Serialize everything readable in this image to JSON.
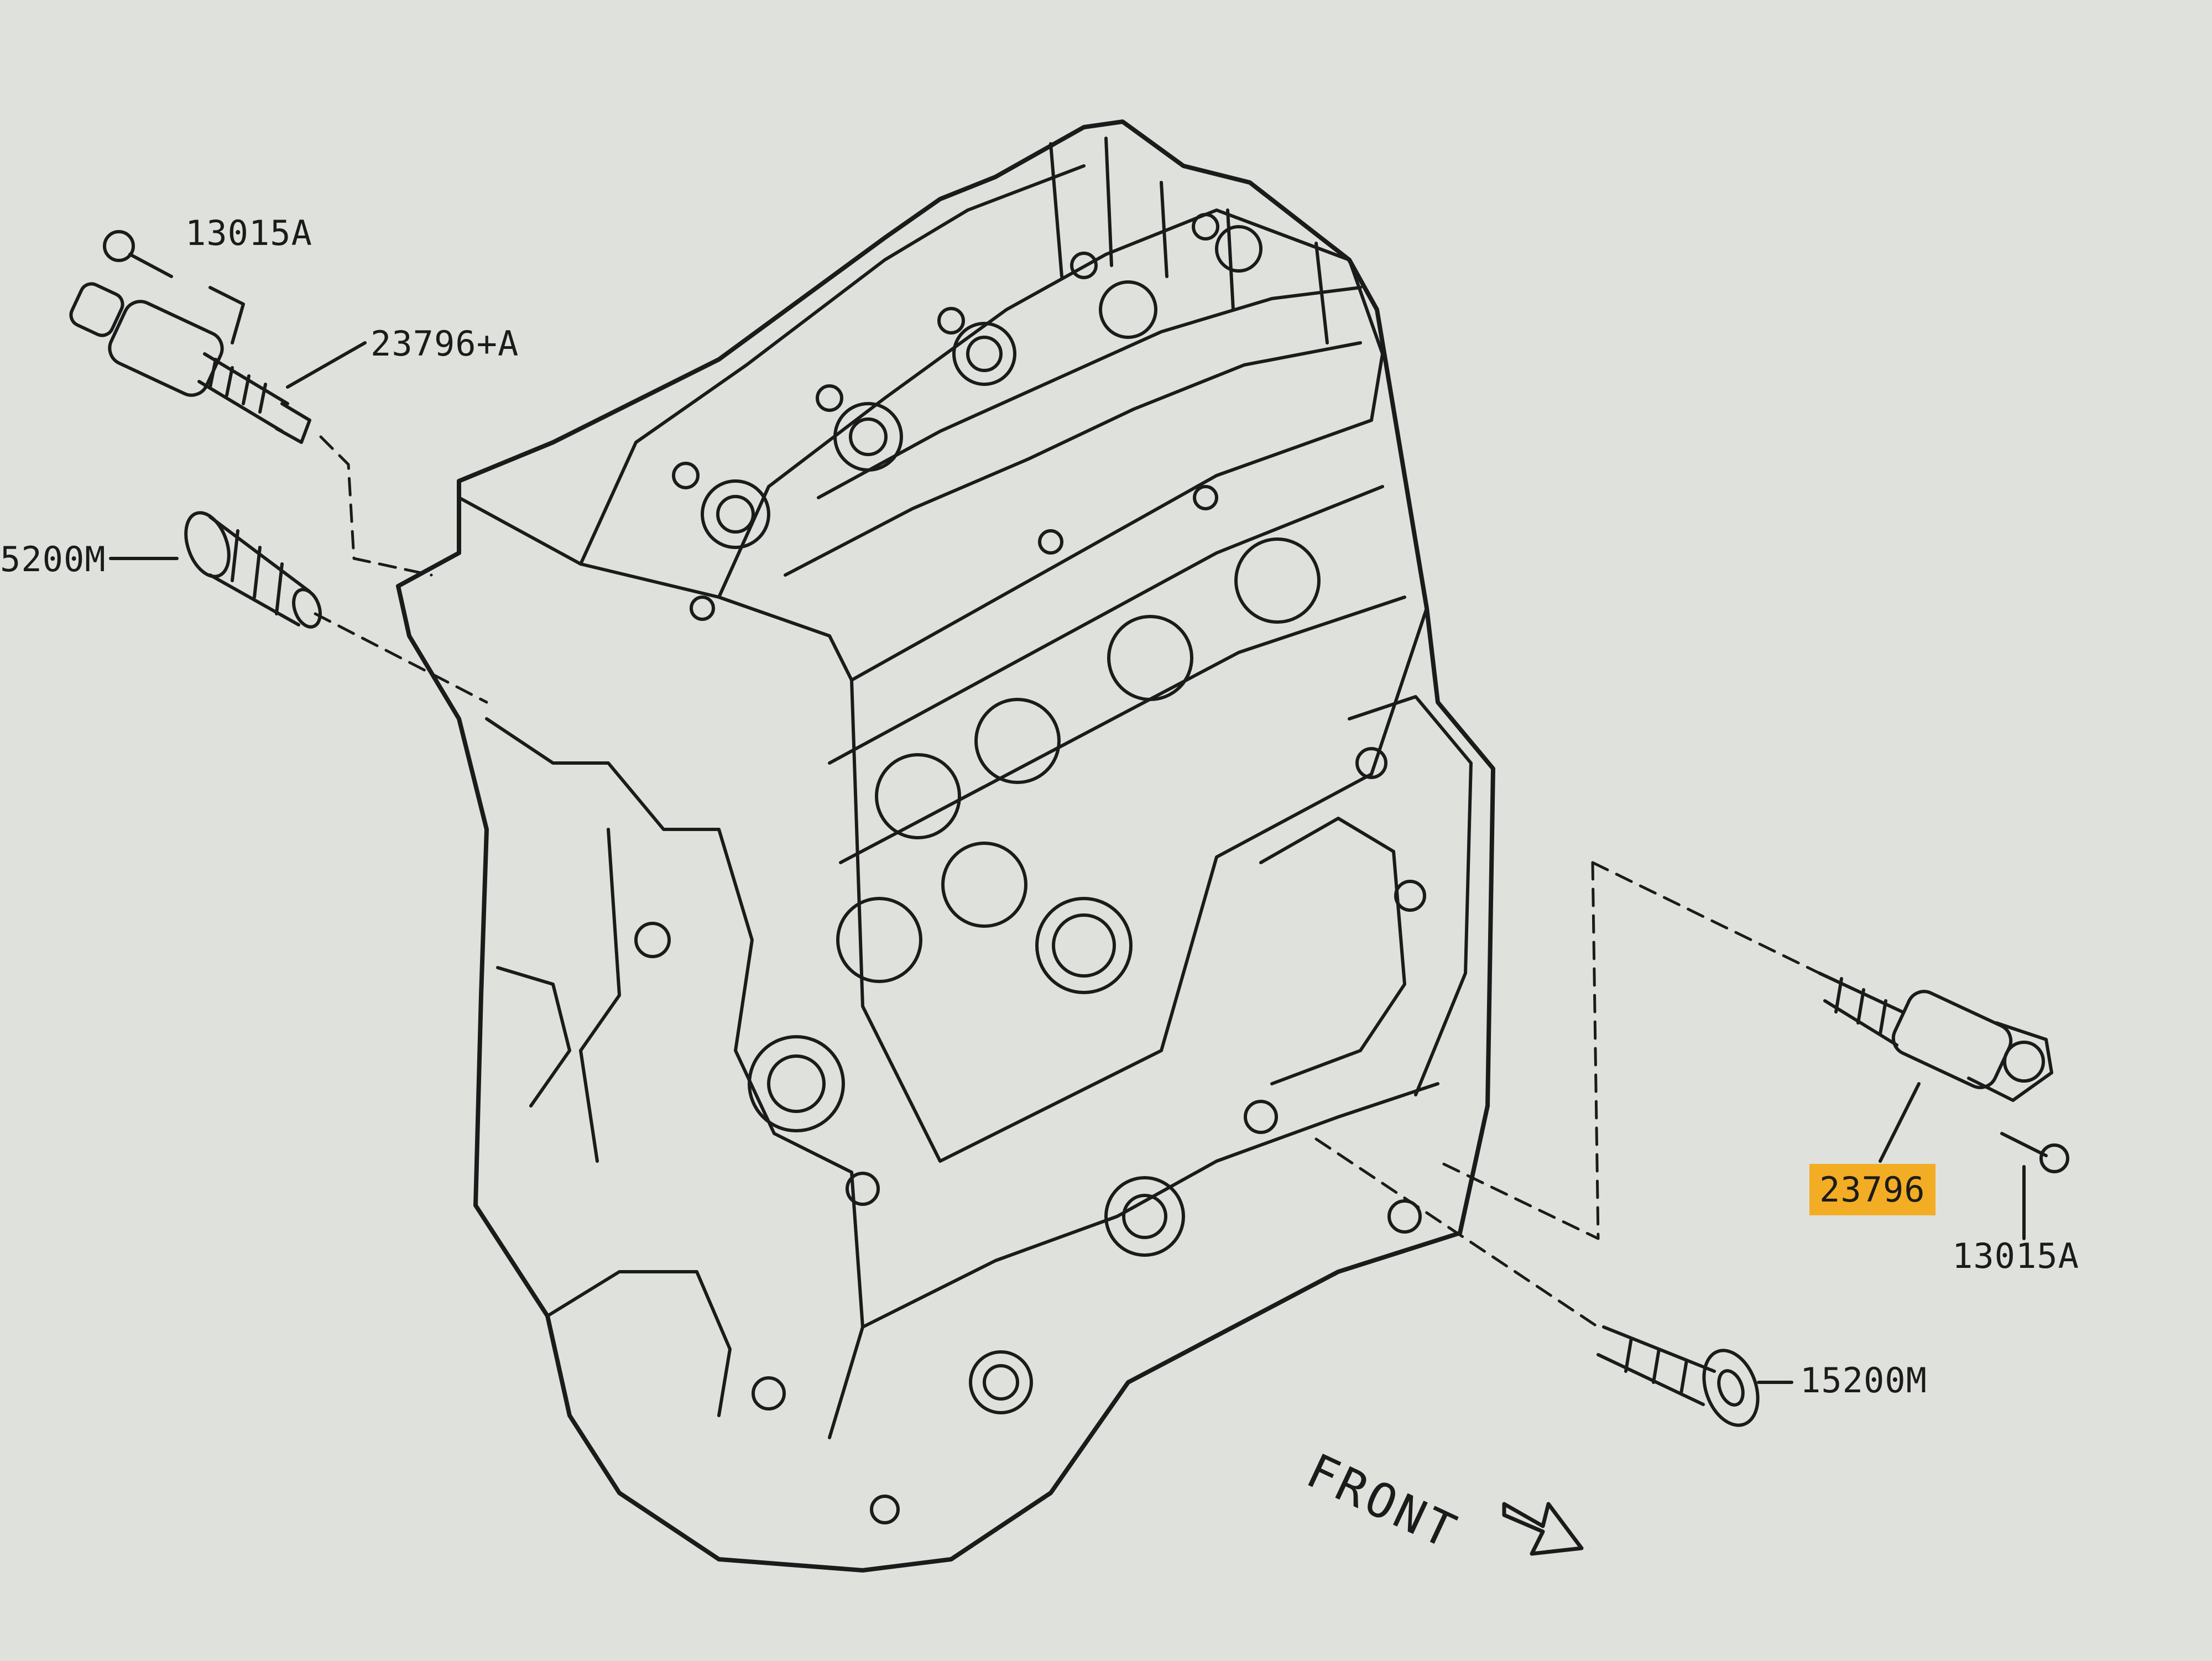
{
  "callouts": {
    "bolt_upper": "13015A",
    "solenoid_upper": "23796+A",
    "filter_left": "5200M",
    "solenoid_lower": "23796",
    "bolt_lower": "13015A",
    "filter_lower": "15200M"
  },
  "direction_label": "FRONT",
  "highlight_color": "#f2ad24",
  "line_color": "#1b1b1b",
  "background_color": "#dfe1dc"
}
